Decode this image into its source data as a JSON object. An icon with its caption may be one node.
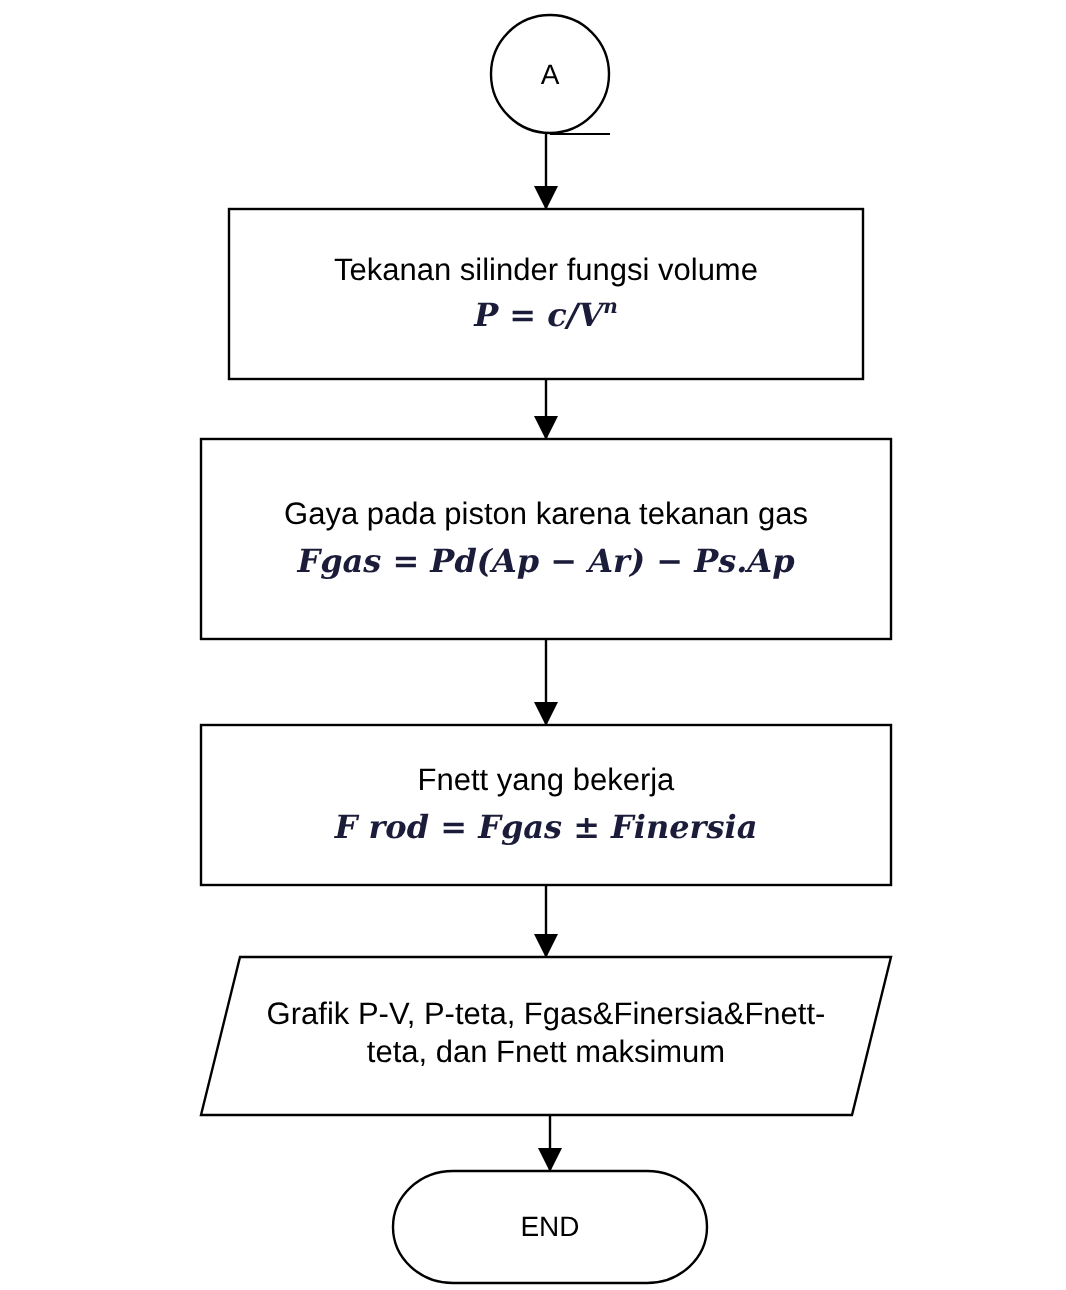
{
  "diagram": {
    "nodes": [
      {
        "text": [
          "A"
        ]
      },
      {
        "text": [
          "Tekanan silinder fungsi volume",
          "P = c/V$^{n}$"
        ]
      },
      {
        "text": [
          "Gaya pada piston karena tekanan gas",
          "Fgas = Pd(Ap − Ar) − Ps.Ap"
        ]
      },
      {
        "text": [
          "Fnett yang bekerja",
          "F rod = Fgas ± Finersia"
        ]
      },
      {
        "text": [
          "Grafik P-V, P-teta, Fgas&Finersia&Fnett-teta, dan Fnett maksimum"
        ]
      },
      {
        "text": [
          "END"
        ]
      }
    ],
    "edges": [
      {
        "from": 0,
        "to": 1,
        "arrow": "to"
      },
      {
        "from": 1,
        "to": 2,
        "arrow": "to"
      },
      {
        "from": 2,
        "to": 3,
        "arrow": "to"
      },
      {
        "from": 3,
        "to": 4,
        "arrow": "to"
      },
      {
        "from": 4,
        "to": 5,
        "arrow": "to"
      }
    ]
  }
}
